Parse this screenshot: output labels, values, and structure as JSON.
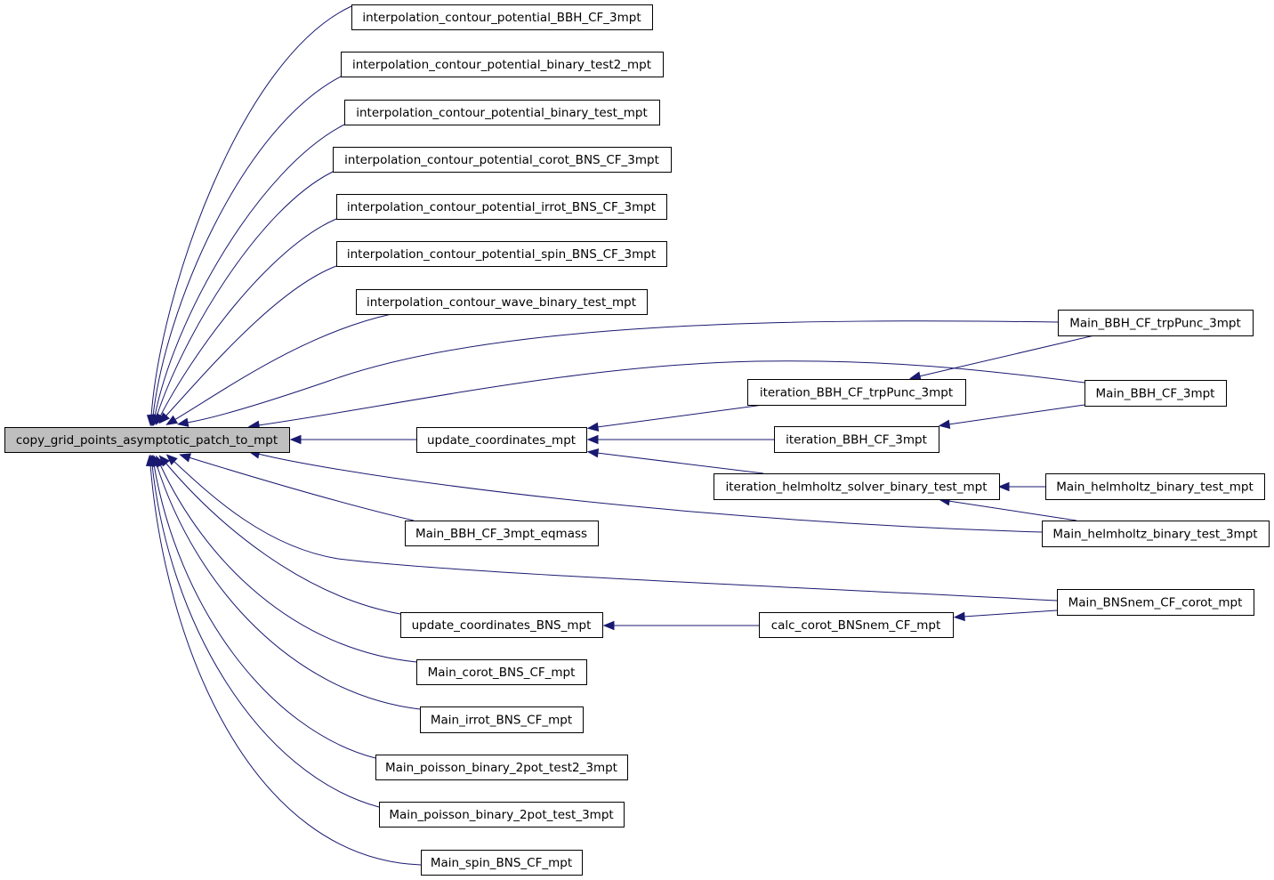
{
  "diagram": {
    "root": "copy_grid_points_asymptotic_patch_to_mpt",
    "nodes": {
      "root": "copy_grid_points_asymptotic_patch_to_mpt",
      "icp_bbh": "interpolation_contour_potential_BBH_CF_3mpt",
      "icp_bt2": "interpolation_contour_potential_binary_test2_mpt",
      "icp_bt": "interpolation_contour_potential_binary_test_mpt",
      "icp_corot": "interpolation_contour_potential_corot_BNS_CF_3mpt",
      "icp_irrot": "interpolation_contour_potential_irrot_BNS_CF_3mpt",
      "icp_spin": "interpolation_contour_potential_spin_BNS_CF_3mpt",
      "icw_bt": "interpolation_contour_wave_binary_test_mpt",
      "main_trp": "Main_BBH_CF_trpPunc_3mpt",
      "main_bbh": "Main_BBH_CF_3mpt",
      "it_trp": "iteration_BBH_CF_trpPunc_3mpt",
      "upd": "update_coordinates_mpt",
      "it_bbh": "iteration_BBH_CF_3mpt",
      "it_helm": "iteration_helmholtz_solver_binary_test_mpt",
      "main_helm_mpt": "Main_helmholtz_binary_test_mpt",
      "main_eqmass": "Main_BBH_CF_3mpt_eqmass",
      "main_helm_3mpt": "Main_helmholtz_binary_test_3mpt",
      "main_bnsnem": "Main_BNSnem_CF_corot_mpt",
      "upd_bns": "update_coordinates_BNS_mpt",
      "calc_corot": "calc_corot_BNSnem_CF_mpt",
      "main_corot": "Main_corot_BNS_CF_mpt",
      "main_irrot": "Main_irrot_BNS_CF_mpt",
      "main_poisson2": "Main_poisson_binary_2pot_test2_3mpt",
      "main_poisson": "Main_poisson_binary_2pot_test_3mpt",
      "main_spin": "Main_spin_BNS_CF_mpt"
    },
    "edges": [
      [
        "icp_bbh",
        "root"
      ],
      [
        "icp_bt2",
        "root"
      ],
      [
        "icp_bt",
        "root"
      ],
      [
        "icp_corot",
        "root"
      ],
      [
        "icp_irrot",
        "root"
      ],
      [
        "icp_spin",
        "root"
      ],
      [
        "icw_bt",
        "root"
      ],
      [
        "main_trp",
        "root"
      ],
      [
        "main_bbh",
        "root"
      ],
      [
        "upd",
        "root"
      ],
      [
        "main_helm_3mpt",
        "root"
      ],
      [
        "main_eqmass",
        "root"
      ],
      [
        "main_bnsnem",
        "root"
      ],
      [
        "upd_bns",
        "root"
      ],
      [
        "main_corot",
        "root"
      ],
      [
        "main_irrot",
        "root"
      ],
      [
        "main_poisson2",
        "root"
      ],
      [
        "main_poisson",
        "root"
      ],
      [
        "main_spin",
        "root"
      ],
      [
        "it_trp",
        "upd"
      ],
      [
        "it_bbh",
        "upd"
      ],
      [
        "it_helm",
        "upd"
      ],
      [
        "main_trp",
        "it_trp"
      ],
      [
        "main_bbh",
        "it_bbh"
      ],
      [
        "main_helm_mpt",
        "it_helm"
      ],
      [
        "main_helm_3mpt",
        "it_helm"
      ],
      [
        "calc_corot",
        "upd_bns"
      ],
      [
        "main_bnsnem",
        "calc_corot"
      ]
    ],
    "colors": {
      "edge": "#191970",
      "root_fill": "#bfbfbf",
      "node_border": "#000000"
    }
  }
}
